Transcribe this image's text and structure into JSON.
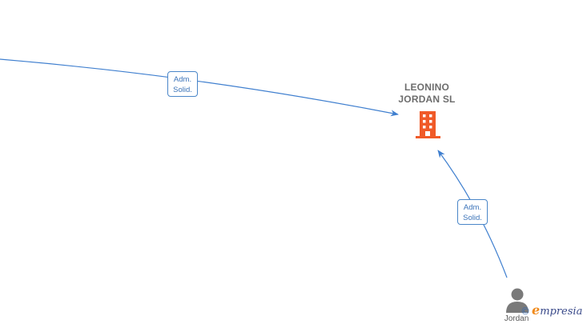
{
  "company": {
    "name": "LEONINO\nJORDAN  SL",
    "icon": "building-icon",
    "color": "#f05a28"
  },
  "edges": [
    {
      "label": "Adm.\nSolid."
    },
    {
      "label": "Adm.\nSolid."
    }
  ],
  "person": {
    "name": "Jordan",
    "icon": "person-icon",
    "color": "#7a7a7a"
  },
  "edge_color": "#3f7fcf",
  "watermark": {
    "copyright": "©",
    "brand_initial": "e",
    "brand_rest": "mpresia"
  }
}
